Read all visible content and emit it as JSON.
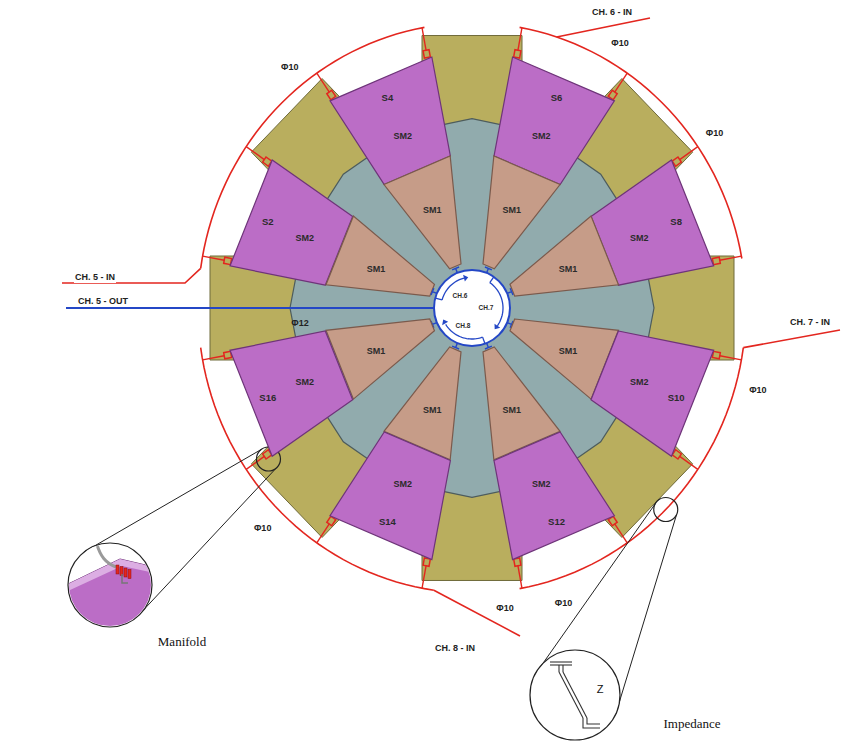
{
  "diagram": {
    "nodes": [
      {
        "text": [
          "S4",
          "SM2"
        ]
      },
      {
        "text": [
          "S6",
          "SM2"
        ]
      },
      {
        "text": [
          "S2",
          "SM2"
        ]
      },
      {
        "text": [
          "S8",
          "SM2"
        ]
      },
      {
        "text": [
          "SM1"
        ]
      },
      {
        "text": [
          "SM1"
        ]
      },
      {
        "text": [
          "SM1"
        ]
      },
      {
        "text": [
          "SM1"
        ]
      },
      {
        "text": [
          "CH.6",
          "CH.7",
          "CH.8"
        ]
      },
      {
        "text": [
          "SM1"
        ]
      },
      {
        "text": [
          "SM1"
        ]
      },
      {
        "text": [
          "SM1"
        ]
      },
      {
        "text": [
          "SM1"
        ]
      },
      {
        "text": [
          "S16",
          "SM2"
        ]
      },
      {
        "text": [
          "S10",
          "SM2"
        ]
      },
      {
        "text": [
          "S14",
          "SM2"
        ]
      },
      {
        "text": [
          "S12",
          "SM2"
        ]
      },
      {
        "text": [
          "Manifold"
        ]
      },
      {
        "text": [
          "Z",
          "Impedance"
        ]
      }
    ],
    "labels": [
      "CH. 6 - IN",
      "Φ10",
      "Φ10",
      "Φ10",
      "CH. 5 - IN",
      "CH. 5 - OUT",
      "Φ12",
      "CH. 7 - IN",
      "Φ10",
      "Φ10",
      "Φ10",
      "CH. 8 - IN",
      "Φ10"
    ]
  }
}
